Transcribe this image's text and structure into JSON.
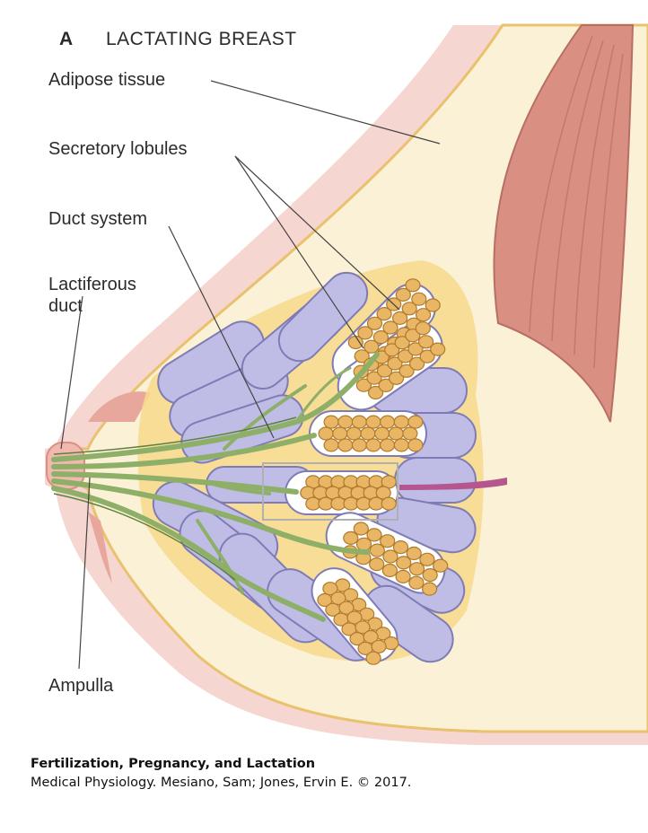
{
  "figure": {
    "panel_letter": "A",
    "title": "LACTATING BREAST",
    "labels": {
      "adipose": "Adipose tissue",
      "lobules": "Secretory lobules",
      "duct_system": "Duct system",
      "lactiferous_1": "Lactiferous",
      "lactiferous_2": "duct",
      "ampulla": "Ampulla"
    },
    "colors": {
      "skin": "#f6d6d0",
      "skin_line": "#e8b5ad",
      "fat": "#fbf1d6",
      "fat_yellow": "#f7d98c",
      "muscle": "#d98f82",
      "lobe": "#bfbde6",
      "lobe_edge": "#7f7cb5",
      "alveolus": "#e9b665",
      "alveolus_edge": "#b07a2c",
      "duct": "#8eaf68",
      "nerve": "#b5568f"
    }
  },
  "caption": {
    "line1": "Fertilization, Pregnancy, and Lactation",
    "line2": "Medical Physiology. Mesiano, Sam; Jones, Ervin E. © 2017."
  }
}
